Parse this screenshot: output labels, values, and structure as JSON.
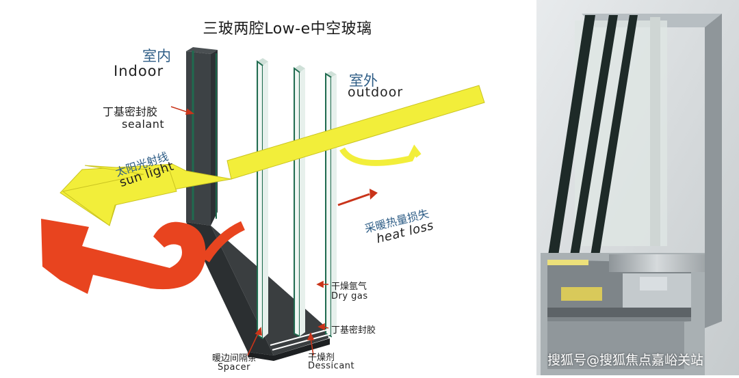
{
  "title": "三玻两腔Low-e中空玻璃",
  "labels": {
    "indoor_zh": "室内",
    "indoor_en": "Indoor",
    "outdoor_zh": "室外",
    "outdoor_en": "outdoor",
    "sealant_zh": "丁基密封胶",
    "sealant_en": "sealant",
    "sunlight_zh": "太阳光射线",
    "sunlight_en": "sun light",
    "heatloss_zh": "采暖热量损失",
    "heatloss_en": "heat loss",
    "drygas_zh": "干燥氩气",
    "drygas_en": "Dry gas",
    "sealant2_zh": "丁基密封胶",
    "spacer_zh": "暖边间隔条",
    "spacer_en": "Spacer",
    "desiccant_zh": "干燥剂",
    "desiccant_en": "Dessicant"
  },
  "watermark": "搜狐号@搜狐焦点嘉峪关站",
  "colors": {
    "sun_arrow": "#f2ee3a",
    "heat_arrow": "#e8441f",
    "glass_edge": "#1f6b4f",
    "label_accent": "#2e5d86"
  }
}
